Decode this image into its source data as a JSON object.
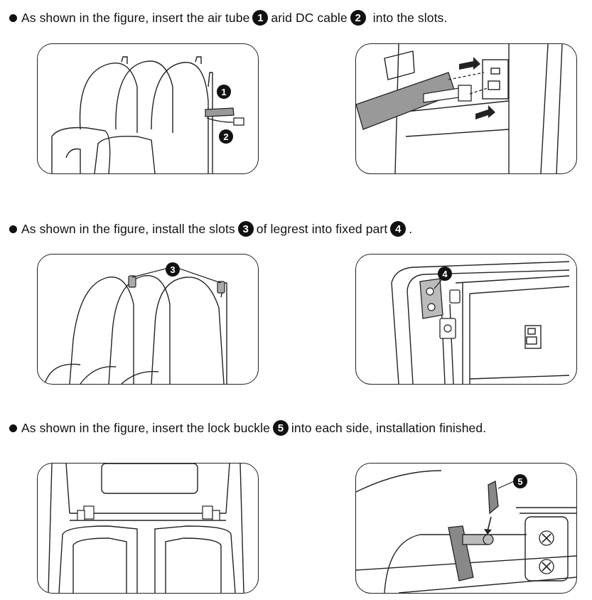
{
  "step1": {
    "text_a": "As shown in the figure, insert the air tube",
    "num_a": "1",
    "text_b": "arid DC cable",
    "num_b": "2",
    "text_c": "into the slots."
  },
  "step2": {
    "text_a": "As shown in the figure, install the slots",
    "num_a": "3",
    "text_b": "of legrest into fixed part",
    "num_b": "4",
    "text_c": "."
  },
  "step3": {
    "text_a": "As shown in the figure, insert the lock buckle",
    "num_a": "5",
    "text_b": "into each side, installation finished."
  },
  "callouts": {
    "c1": "1",
    "c2": "2",
    "c3": "3",
    "c4": "4",
    "c5": "5"
  }
}
